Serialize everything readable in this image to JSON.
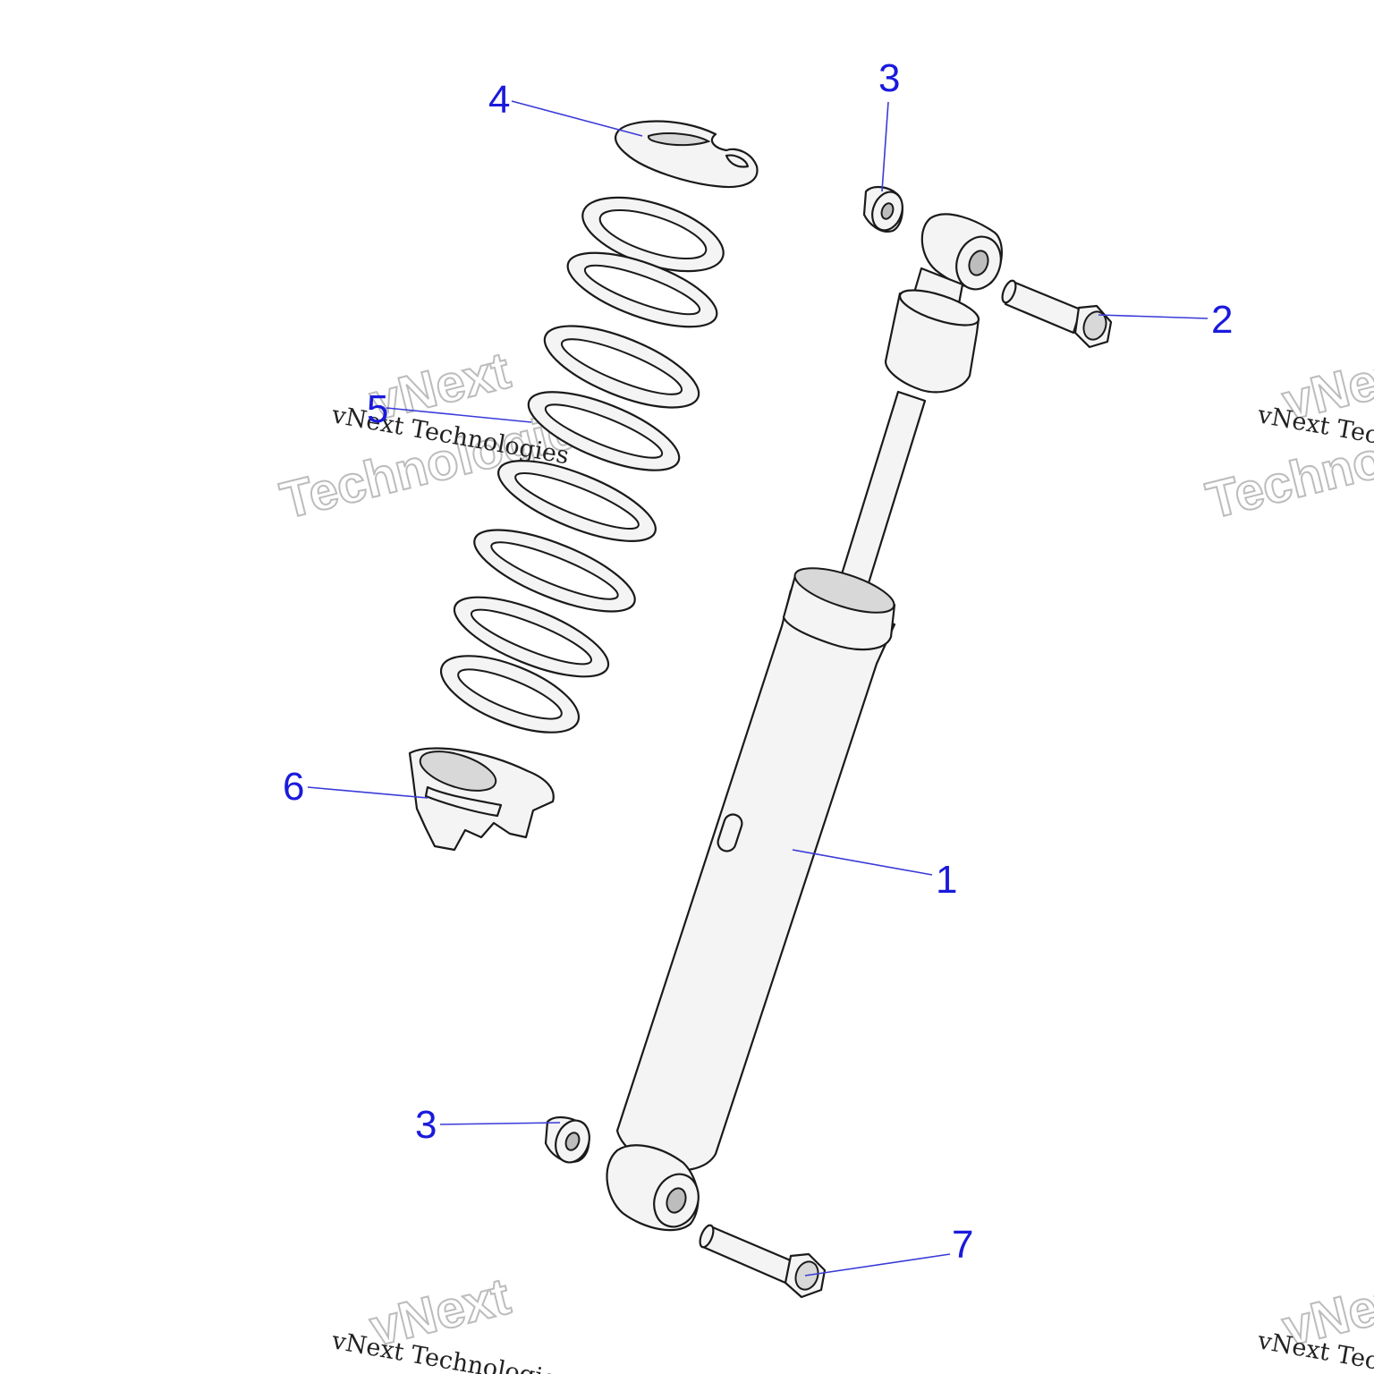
{
  "diagram": {
    "callouts": [
      {
        "id": "c1",
        "label": "1"
      },
      {
        "id": "c2",
        "label": "2"
      },
      {
        "id": "c3a",
        "label": "3"
      },
      {
        "id": "c3b",
        "label": "3"
      },
      {
        "id": "c4",
        "label": "4"
      },
      {
        "id": "c5",
        "label": "5"
      },
      {
        "id": "c6",
        "label": "6"
      },
      {
        "id": "c7",
        "label": "7"
      }
    ],
    "watermark": {
      "brand_line1": "vNext",
      "brand_line2": "Technologies",
      "caption": "vNext Technologies"
    },
    "colors": {
      "callout": "#1a1adc",
      "leader": "#3a3ad8",
      "part_fill": "#f4f4f4",
      "outline": "#1a1a1a",
      "watermark_outline": "#bcbcbc"
    }
  }
}
